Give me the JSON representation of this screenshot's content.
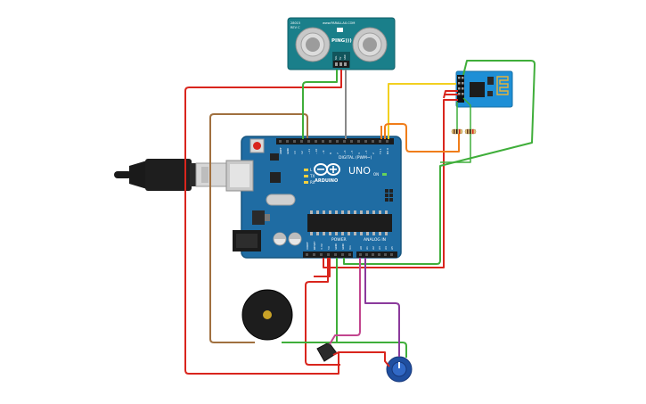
{
  "ping": {
    "model": "PING)))",
    "code": "28015",
    "rev": "REV C",
    "url": "www.PARALLAX.COM",
    "pins": [
      "SIG",
      "5V",
      "GND"
    ]
  },
  "board": {
    "brand": "ARDUINO",
    "model": "UNO",
    "digital_label": "DIGITAL (PWM~)",
    "power_label": "POWER",
    "analog_label": "ANALOG IN",
    "tx_label": "TX",
    "rx_label": "RX",
    "l_label": "L",
    "on_label": "ON",
    "digital_pins": [
      "AREF",
      "GND",
      "13",
      "12",
      "~11",
      "~10",
      "~9",
      "8",
      "7",
      "~6",
      "~5",
      "4",
      "~3",
      "2",
      "TX 1",
      "RX 0"
    ],
    "power_pins": [
      "IOREF",
      "RESET",
      "3.3V",
      "5V",
      "GND",
      "GND",
      "Vin"
    ],
    "analog_pins": [
      "A0",
      "A1",
      "A2",
      "A3",
      "A4",
      "A5"
    ]
  },
  "wire_colors": {
    "red": "#d9251d",
    "brown": "#a0703f",
    "green": "#3fae3a",
    "yellow": "#f2d020",
    "orange": "#f07d1a",
    "magenta": "#c2458e",
    "purple": "#8b3a9c",
    "gray": "#888888"
  },
  "colors": {
    "board": "#1f6ca3",
    "board_light": "#2f80bf",
    "esp": "#1e8fd6",
    "ping": "#1a7f8a"
  }
}
